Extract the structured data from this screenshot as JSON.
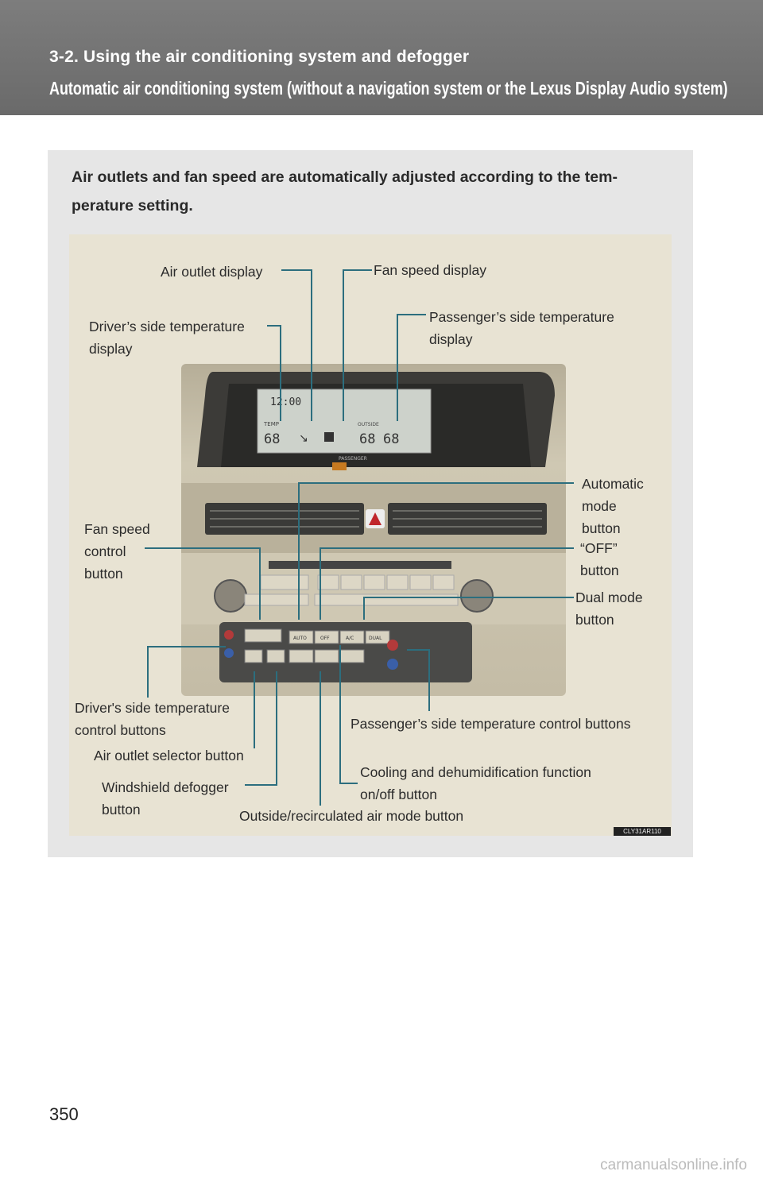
{
  "header": {
    "section_title": "3-2. Using the air conditioning system and defogger",
    "heading": "Automatic air conditioning system (without a navigation system or the Lexus Display Audio system)"
  },
  "intro": "Air outlets and fan speed are automatically adjusted according to the tem-perature setting.",
  "figure": {
    "labels": {
      "air_outlet_display": "Air outlet display",
      "fan_speed_display": "Fan speed display",
      "driver_temp_display": [
        "Driver’s side temperature",
        "display"
      ],
      "passenger_temp_display": [
        "Passenger’s side temperature",
        "display"
      ],
      "automatic_mode": [
        "Automatic",
        "mode",
        "button"
      ],
      "off_button": [
        "“OFF”",
        "button"
      ],
      "fan_speed_control": [
        "Fan speed",
        "control",
        "button"
      ],
      "dual_mode": [
        "Dual mode",
        "button"
      ],
      "driver_temp_control": [
        "Driver's side temperature",
        "control buttons"
      ],
      "passenger_temp_control": "Passenger’s side temperature control buttons",
      "air_outlet_selector": "Air outlet selector button",
      "cooling_dehumid": [
        "Cooling and dehumidification function",
        "on/off button"
      ],
      "windshield_defogger": [
        "Windshield defogger",
        "button"
      ],
      "outside_recirc": "Outside/recirculated air mode button"
    },
    "display": {
      "clock": "12:00",
      "driver_temp": "68",
      "outside_temp": "68",
      "passenger_temp": "68",
      "temp_label": "TEMP",
      "outside_label": "OUTSIDE",
      "passenger_label": "PASSENGER"
    },
    "panel_buttons": [
      "AUTO",
      "OFF",
      "A/C",
      "DUAL"
    ],
    "code": "CLY31AR110"
  },
  "page_number": "350",
  "watermark": "carmanualsonline.info",
  "colors": {
    "header": "#737373",
    "panel": "#e6e6e6",
    "figure": "#e8e3d3",
    "callout": "#2c6e7e"
  }
}
